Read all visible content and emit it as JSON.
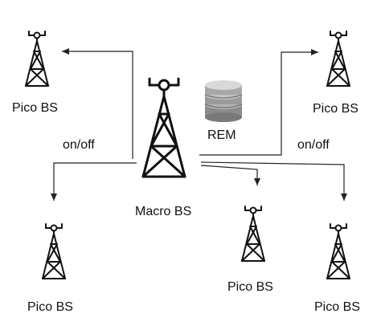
{
  "diagram": {
    "macro_label": "Macro BS",
    "rem_label": "REM",
    "on_off_left": "on/off",
    "on_off_right": "on/off",
    "pico_labels": [
      "Pico BS",
      "Pico BS",
      "Pico BS",
      "Pico BS",
      "Pico BS"
    ]
  },
  "colors": {
    "line": "#222222",
    "tower": "#111111",
    "db_top": "#d9d9d9",
    "db_body": "#9a9a9a",
    "db_dark": "#6e6e6e"
  },
  "icons": {
    "tower": "antenna-tower-icon",
    "database": "database-icon",
    "arrow": "arrow-head-icon"
  }
}
